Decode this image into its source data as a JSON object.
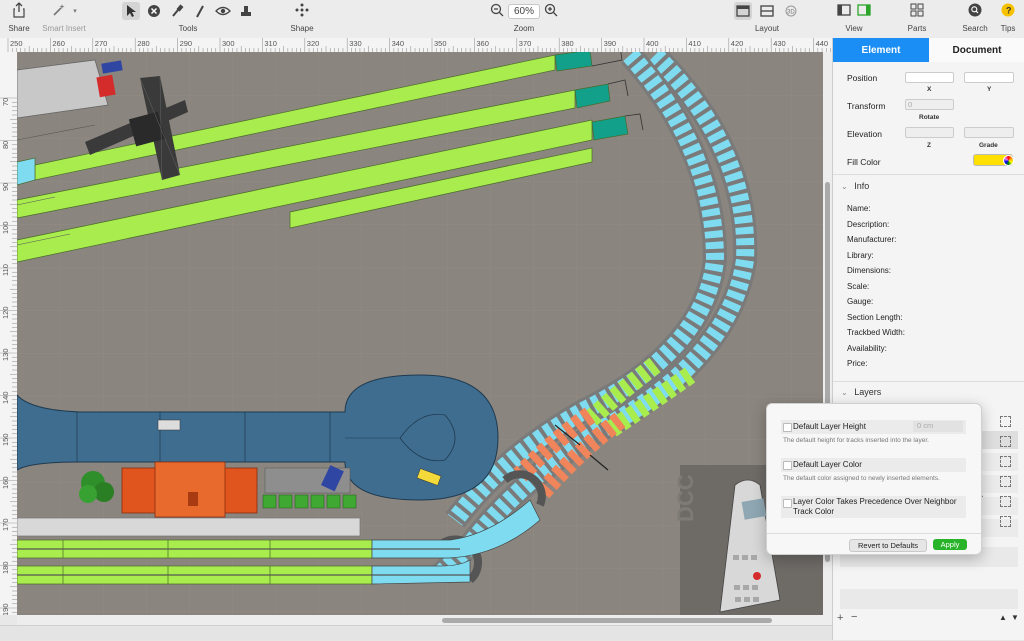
{
  "toolbar": {
    "share": "Share",
    "smart_insert": "Smart Insert",
    "tools": "Tools",
    "shape": "Shape",
    "zoom_label": "Zoom",
    "zoom_value": "60%",
    "layout": "Layout",
    "view": "View",
    "parts": "Parts",
    "search": "Search",
    "tips": "Tips",
    "icons": {
      "share": "share-icon",
      "smart_insert": "wand-icon",
      "pointer": "arrow-pointer-icon",
      "delete": "delete-icon",
      "tool2": "brush-icon",
      "tool3": "pencil-icon",
      "tool4": "eye-icon",
      "tool5": "stamp-icon",
      "shape": "shape-grid-icon",
      "zoom_out": "zoom-out-icon",
      "zoom_in": "zoom-in-icon",
      "layout1": "window-icon",
      "layout2": "split-window-icon",
      "layout3": "3d-view-icon",
      "view1": "sidebar-left-icon",
      "view2": "sidebar-right-icon",
      "parts": "parts-grid-icon",
      "search": "search-icon",
      "tips": "lightbulb-icon"
    }
  },
  "ruler_h": [
    "250",
    "260",
    "270",
    "280",
    "290",
    "300",
    "310",
    "320",
    "330",
    "340",
    "350",
    "360",
    "370",
    "380",
    "390",
    "400",
    "410",
    "420",
    "430",
    "440"
  ],
  "ruler_v": [
    "70",
    "80",
    "90",
    "100",
    "110",
    "120",
    "130",
    "140",
    "150",
    "160",
    "170",
    "180",
    "190"
  ],
  "panel": {
    "tabs": [
      "Element",
      "Document"
    ],
    "active_tab": "Element",
    "position_label": "Position",
    "x_label": "X",
    "y_label": "Y",
    "transform_label": "Transform",
    "rotate_value": "0",
    "rotate_label": "Rotate",
    "elevation_label": "Elevation",
    "z_label": "Z",
    "grade_label": "Grade",
    "fill_color_label": "Fill Color",
    "fill_color": "#ffe000",
    "info_title": "Info",
    "info_rows": [
      "Name:",
      "Description:",
      "Manufacturer:",
      "Library:",
      "Dimensions:",
      "Scale:",
      "Gauge:",
      "Section Length:",
      "Trackbed Width:",
      "Availability:",
      "Price:"
    ],
    "layers_title": "Layers",
    "layer_peek_1": ")",
    "layer_peek_2": "s)"
  },
  "popover": {
    "row1_label": "Default Layer Height",
    "row1_value": "0 cm",
    "row1_desc": "The default height for tracks inserted into the layer.",
    "row2_label": "Default Layer Color",
    "row2_desc": "The default color assigned to newly inserted elements.",
    "row3_label": "Layer Color Takes Precedence Over Neighbor Track Color",
    "revert": "Revert to Defaults",
    "apply": "Apply"
  },
  "canvas": {
    "dcc_text": "DCC",
    "colors": {
      "ground": "#8a857e",
      "green_track": "#a8ec4e",
      "cyan_track": "#7fdcf0",
      "orange_track": "#f0845a",
      "water": "#3f6d8f",
      "accent": "#1b8ef5"
    }
  }
}
